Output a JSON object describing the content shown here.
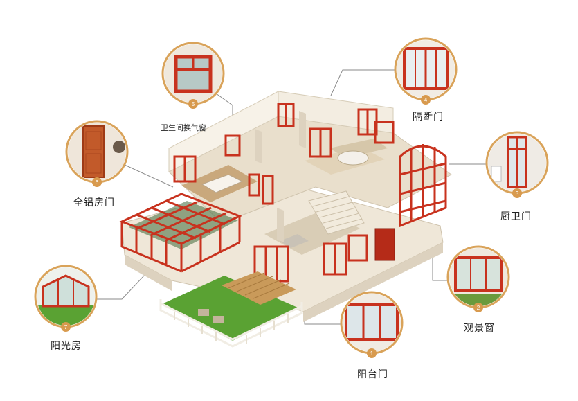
{
  "colors": {
    "frame": "#c8321e",
    "frame_dark": "#9e2414",
    "ring": "#d9a35a",
    "badge": "#d89a4e",
    "wall": "#efe7d8",
    "wall_shade": "#ddd2bf",
    "floor": "#d9b98a",
    "grass": "#5aa233",
    "leader": "#8a8a8a"
  },
  "callouts": [
    {
      "id": "bathroom-vent-window",
      "label": "卫生间换气窗",
      "badge": "5",
      "icon": "vent-window-icon"
    },
    {
      "id": "partition-door",
      "label": "隔断门",
      "badge": "4",
      "icon": "sliding-partition-door-icon"
    },
    {
      "id": "full-aluminum-door",
      "label": "全铝房门",
      "badge": "6",
      "icon": "room-door-icon"
    },
    {
      "id": "kitchen-bath-door",
      "label": "厨卫门",
      "badge": "3",
      "icon": "kitchen-bath-door-icon"
    },
    {
      "id": "sunroom",
      "label": "阳光房",
      "badge": "7",
      "icon": "sunroom-icon"
    },
    {
      "id": "view-window",
      "label": "观景窗",
      "badge": "2",
      "icon": "view-window-icon"
    },
    {
      "id": "balcony-door",
      "label": "阳台门",
      "badge": "1",
      "icon": "balcony-door-icon"
    }
  ]
}
